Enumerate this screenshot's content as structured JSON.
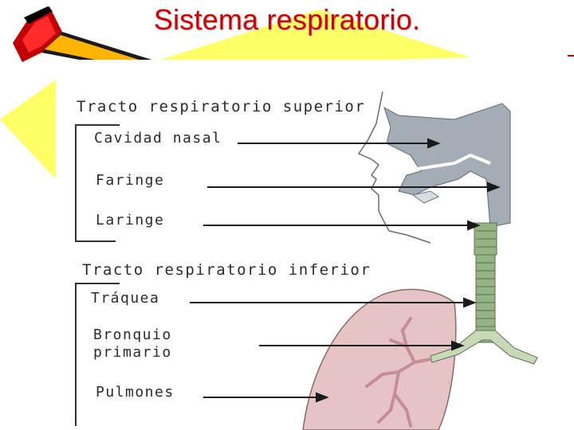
{
  "slide": {
    "title": "Sistema respiratorio.",
    "colors": {
      "title": "#d10000",
      "accent": "#ffff66",
      "pencil_red": "#d91a1a"
    }
  },
  "diagram": {
    "upper_heading": "Tracto respiratorio superior",
    "upper_items": [
      "Cavidad nasal",
      "Faringe",
      "Laringe"
    ],
    "lower_heading": "Tracto respiratorio inferior",
    "lower_items": [
      "Tráquea",
      "Bronquio\nprimario",
      "Pulmones"
    ],
    "colors": {
      "airway": "#a3adb5",
      "trachea": "#96b383",
      "lung": "#e6c4c4",
      "bronchi": "#c58d95"
    }
  }
}
